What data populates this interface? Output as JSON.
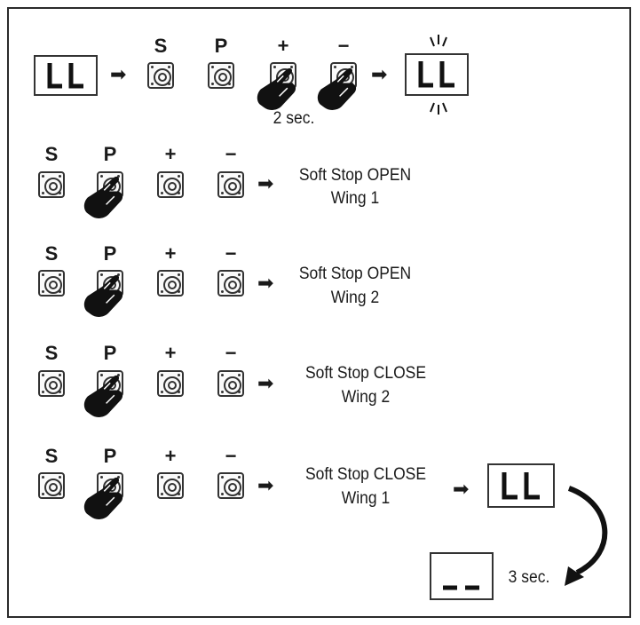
{
  "buttons": {
    "s": "S",
    "p": "P",
    "plus": "+",
    "minus": "−"
  },
  "display": {
    "code": "LL",
    "dash": "_ _"
  },
  "arrow": "➡",
  "durations": {
    "hold": "2 sec.",
    "wait": "3 sec."
  },
  "steps": [
    {
      "line1": "Soft Stop OPEN",
      "line2": "Wing 1"
    },
    {
      "line1": "Soft Stop OPEN",
      "line2": "Wing 2"
    },
    {
      "line1": "Soft Stop CLOSE",
      "line2": "Wing 2"
    },
    {
      "line1": "Soft Stop CLOSE",
      "line2": "Wing 1"
    }
  ]
}
